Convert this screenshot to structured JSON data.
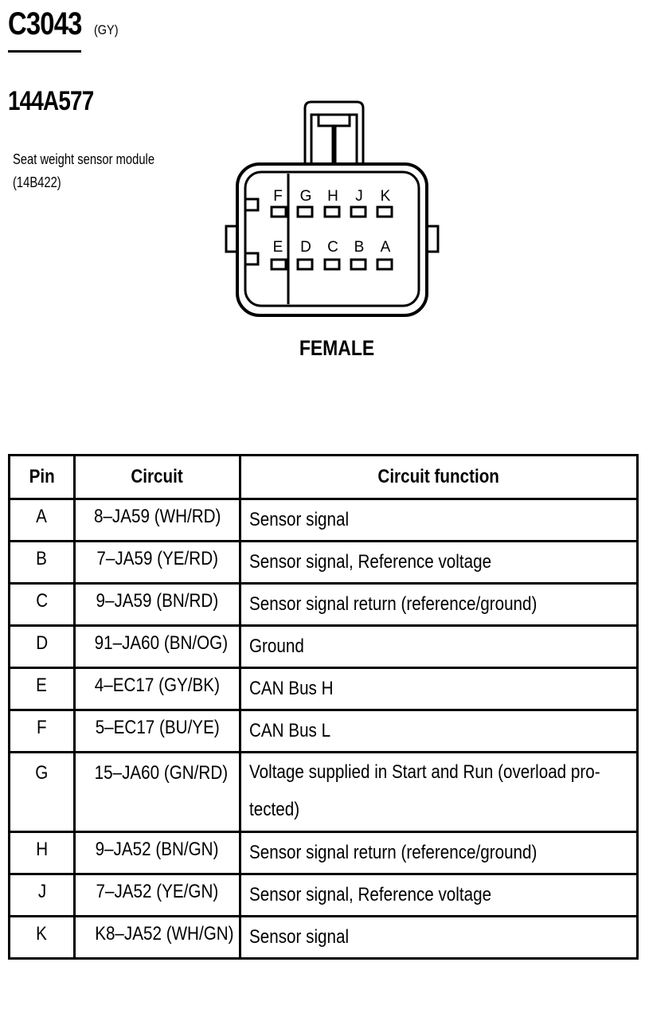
{
  "header": {
    "connector_id": "C3043",
    "connector_color": "(GY)",
    "part_number": "144A577",
    "description": "Seat weight sensor module (14B422)"
  },
  "connector": {
    "gender_label": "FEMALE",
    "top_row": [
      "F",
      "G",
      "H",
      "J",
      "K"
    ],
    "bottom_row": [
      "E",
      "D",
      "C",
      "B",
      "A"
    ]
  },
  "table": {
    "headers": [
      "Pin",
      "Circuit",
      "Circuit function"
    ],
    "rows": [
      {
        "pin": "A",
        "circuit": "8–JA59 (WH/RD)",
        "function": "Sensor signal"
      },
      {
        "pin": "B",
        "circuit": "7–JA59 (YE/RD)",
        "function": "Sensor signal, Reference voltage"
      },
      {
        "pin": "C",
        "circuit": "9–JA59 (BN/RD)",
        "function": "Sensor signal return (reference/ground)"
      },
      {
        "pin": "D",
        "circuit": "91–JA60 (BN/OG)",
        "function": "Ground"
      },
      {
        "pin": "E",
        "circuit": "4–EC17 (GY/BK)",
        "function": "CAN Bus H"
      },
      {
        "pin": "F",
        "circuit": "5–EC17 (BU/YE)",
        "function": "CAN Bus L"
      },
      {
        "pin": "G",
        "circuit": "15–JA60 (GN/RD)",
        "function": "Voltage supplied in Start and Run (overload pro-tected)"
      },
      {
        "pin": "H",
        "circuit": "9–JA52 (BN/GN)",
        "function": "Sensor signal return (reference/ground)"
      },
      {
        "pin": "J",
        "circuit": "7–JA52 (YE/GN)",
        "function": "Sensor signal, Reference voltage"
      },
      {
        "pin": "K",
        "circuit": "K8–JA52 (WH/GN)",
        "function": "Sensor signal"
      }
    ]
  }
}
